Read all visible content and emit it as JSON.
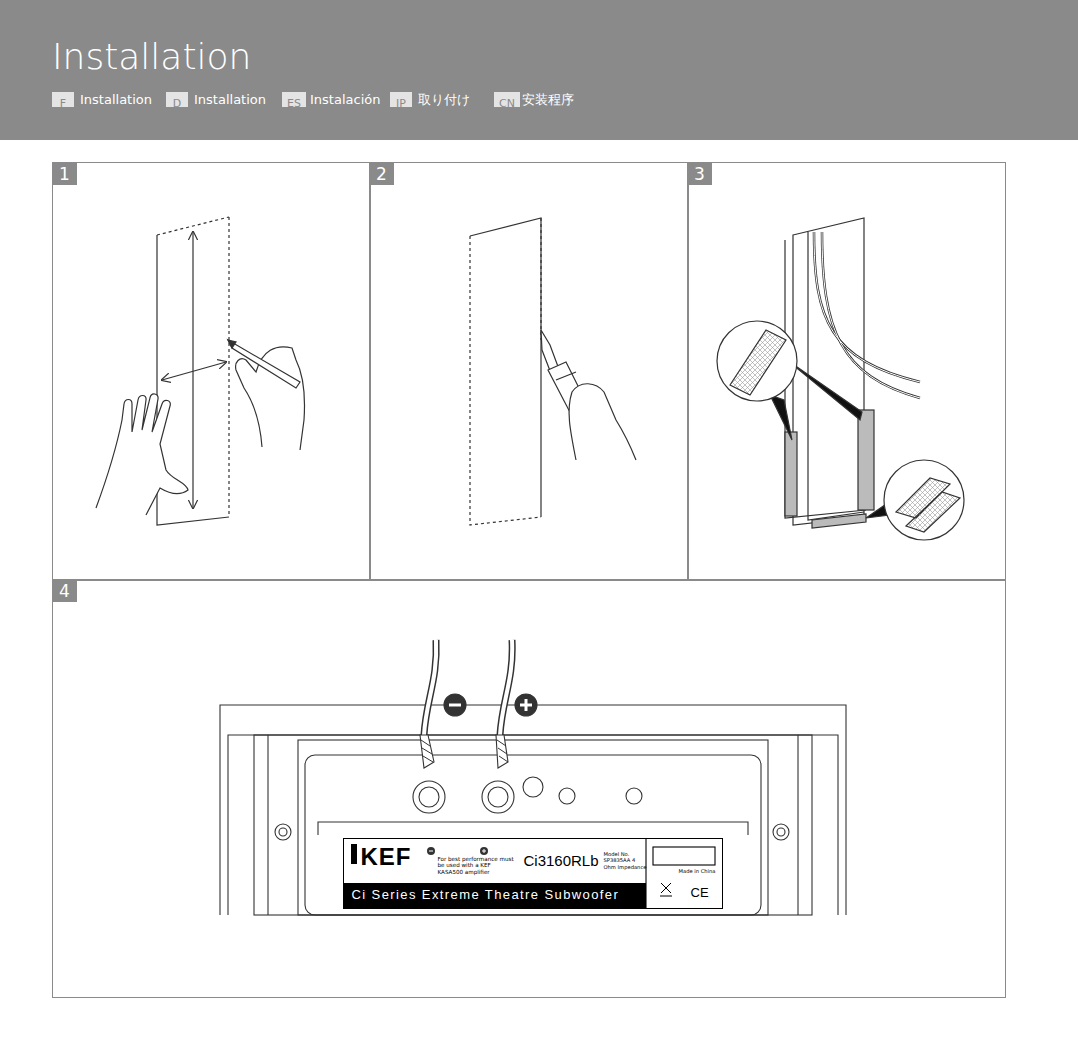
{
  "diagram": {
    "title": "Installation",
    "nodes": [
      {
        "text": [
          "F"
        ]
      },
      {
        "text": [
          "D"
        ]
      },
      {
        "text": [
          "ES"
        ]
      },
      {
        "text": [
          "JP"
        ]
      },
      {
        "text": [
          "CN"
        ]
      },
      {
        "text": [
          "1"
        ]
      },
      {
        "text": [
          "2"
        ]
      },
      {
        "text": [
          "3"
        ]
      },
      {
        "text": [
          "4"
        ]
      },
      {
        "text": [
          "KEF",
          "For best performance must be used with a KEF KASA500 amplifier",
          "Ci3160RLb",
          "Model No. SP3835AA 4 Ohm Impedance",
          "Ci Series Extreme Theatre Subwoofer",
          "Made in China",
          "CE"
        ],
        "in": 8
      }
    ],
    "labels": [
      "Installation",
      "Installation",
      "Instalación",
      "取り付け",
      "安装程序"
    ]
  }
}
